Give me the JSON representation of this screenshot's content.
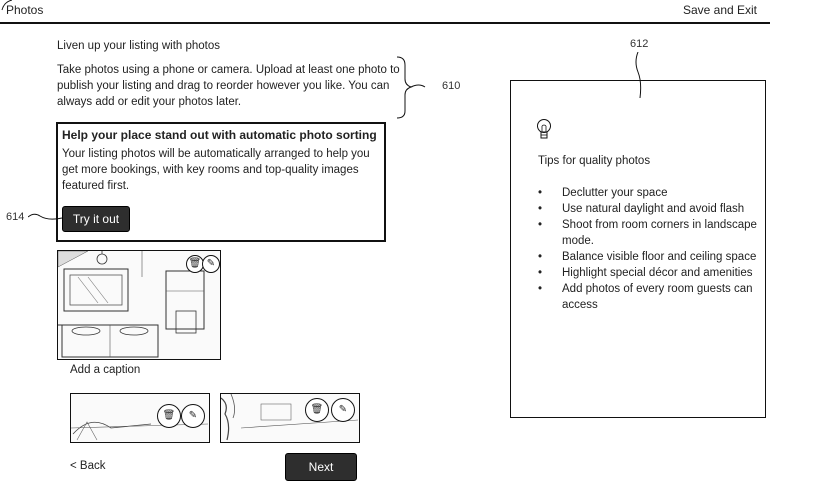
{
  "header": {
    "title": "Photos",
    "save_exit": "Save and Exit"
  },
  "main": {
    "intro": "Liven up your listing with photos",
    "description": "Take photos using a phone or camera. Upload at least one photo to publish your listing and drag to reorder however you like. You can always add or edit your photos later.",
    "ref_610": "610",
    "ref_614": "614",
    "feature": {
      "title": "Help your place stand out with automatic photo sorting",
      "body": "Your listing photos will be automatically arranged to help you get more bookings, with key rooms and top-quality images featured first.",
      "button": "Try it out"
    },
    "caption": "Add a caption",
    "back": "< Back",
    "next": "Next"
  },
  "tips": {
    "ref_612": "612",
    "icon": "lightbulb-icon",
    "title": "Tips for quality photos",
    "items": [
      "Declutter your space",
      "Use natural daylight and avoid flash",
      "Shoot from room corners in landscape mode.",
      "Balance visible floor and ceiling space",
      "Highlight special décor and amenities",
      "Add photos of every room guests can access"
    ]
  }
}
